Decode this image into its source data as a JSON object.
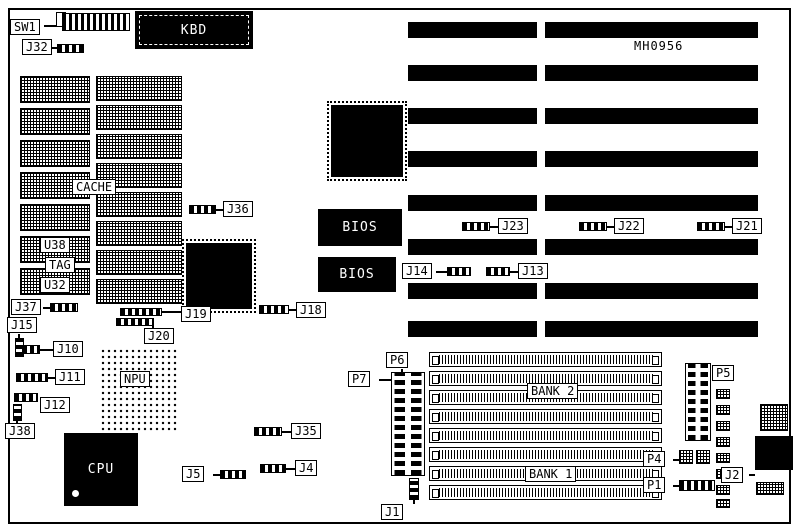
{
  "board": {
    "part_number": "MH0956"
  },
  "chips": {
    "kbd": "KBD",
    "cache": "CACHE",
    "u38": "U38",
    "tag": "TAG",
    "u32": "U32",
    "bios_top": "BIOS",
    "bios_bottom": "BIOS",
    "npu": "NPU",
    "cpu": "CPU"
  },
  "connectors": {
    "sw1": "SW1",
    "j32": "J32",
    "j36": "J36",
    "j37": "J37",
    "j15": "J15",
    "j10": "J10",
    "j11": "J11",
    "j12": "J12",
    "j38": "J38",
    "j19": "J19",
    "j20": "J20",
    "j18": "J18",
    "j14": "J14",
    "j13": "J13",
    "j23": "J23",
    "j22": "J22",
    "j21": "J21",
    "j35": "J35",
    "j5": "J5",
    "j4": "J4",
    "j1": "J1",
    "j2": "J2",
    "p1": "P1",
    "p4": "P4",
    "p5": "P5",
    "p6": "P6",
    "p7": "P7"
  },
  "memory": {
    "bank1": "BANK 1",
    "bank2": "BANK 2"
  }
}
